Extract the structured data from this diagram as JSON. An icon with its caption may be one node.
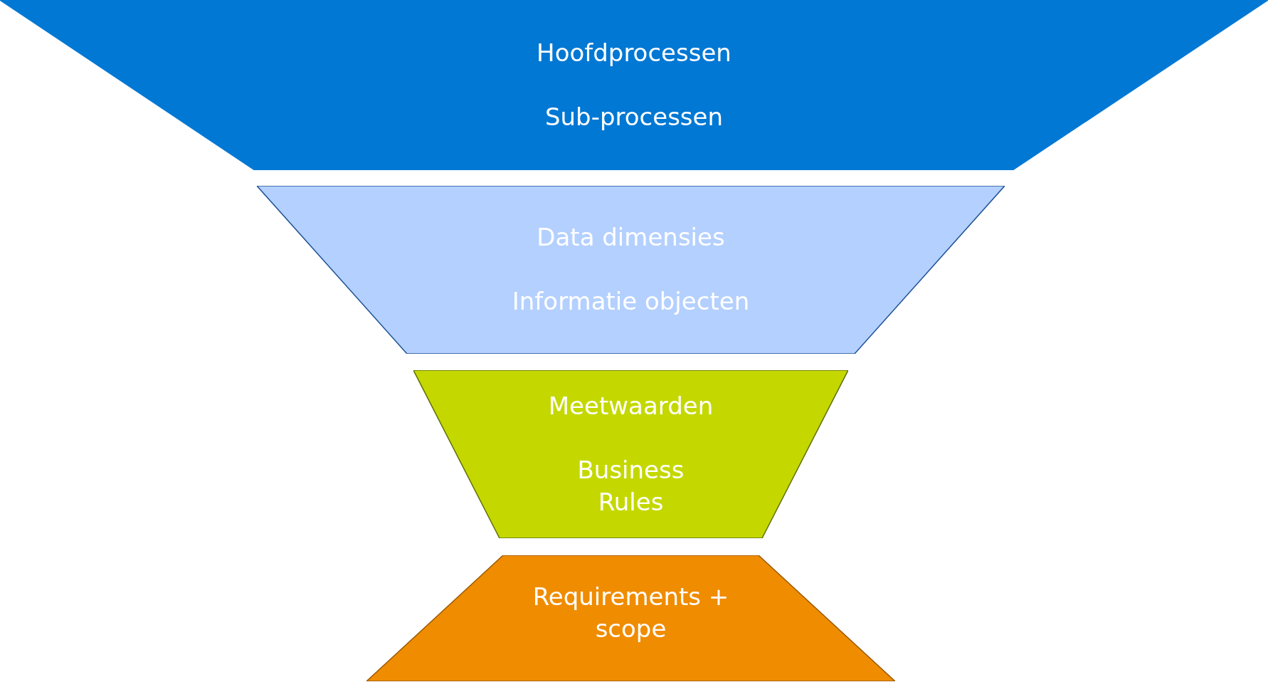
{
  "diagram": {
    "nodes": [
      {
        "text": [
          "Hoofdprocessen",
          "Sub-processen"
        ]
      },
      {
        "text": [
          "Data dimensies",
          "Informatie objecten"
        ]
      },
      {
        "text": [
          "Meetwaarden",
          "Business Rules"
        ]
      },
      {
        "text": [
          "Requirements + scope"
        ]
      }
    ]
  }
}
